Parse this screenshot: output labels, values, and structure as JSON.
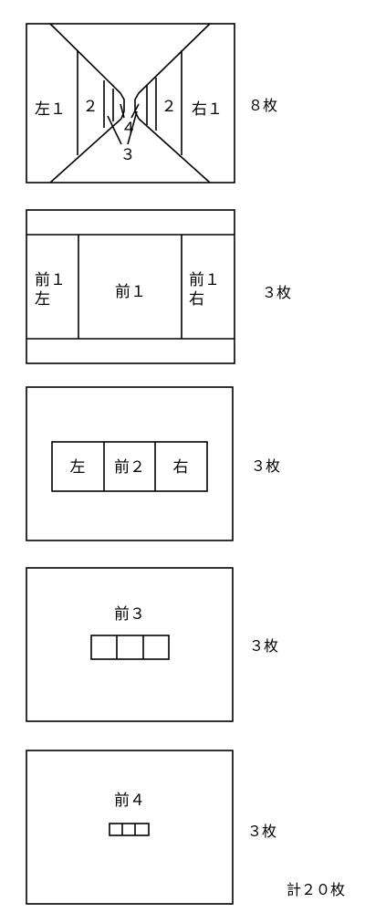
{
  "panel1": {
    "left1": "左１",
    "left2": "２",
    "right2": "２",
    "right1": "右１",
    "num4": "４",
    "num3": "３",
    "count": "８枚"
  },
  "panel2": {
    "front1_left_l1": "前１",
    "front1_left_l2": "左",
    "front1": "前１",
    "front1_right_l1": "前１",
    "front1_right_l2": "右",
    "count": "３枚"
  },
  "panel3": {
    "left": "左",
    "front2": "前２",
    "right": "右",
    "count": "３枚"
  },
  "panel4": {
    "front3": "前３",
    "count": "３枚"
  },
  "panel5": {
    "front4": "前４",
    "count": "３枚"
  },
  "total": "計２０枚"
}
